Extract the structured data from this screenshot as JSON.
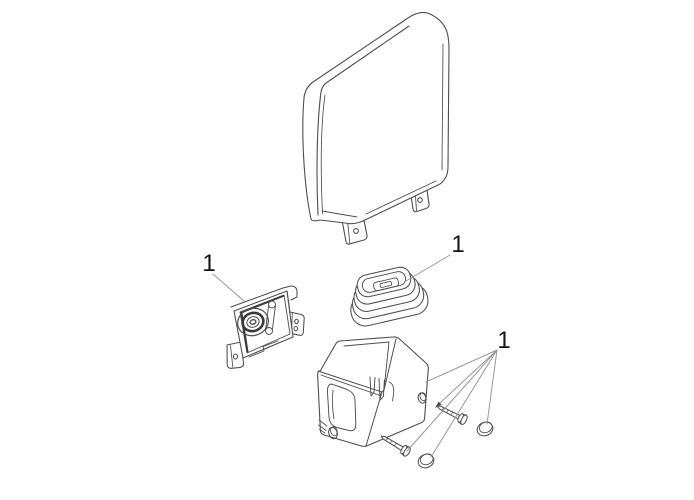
{
  "colors": {
    "background": "#ffffff",
    "line": "#4e4e4e",
    "line_dark": "#353535",
    "leader": "#999999",
    "label": "#151515"
  },
  "callouts": [
    {
      "part": "mount-bracket",
      "label": "1"
    },
    {
      "part": "grommet-seal",
      "label": "1"
    },
    {
      "part": "mounting-hardware",
      "label": "1"
    }
  ],
  "parts": {
    "cover_panel": "cover-panel",
    "mount_bracket": "mount-bracket",
    "grommet_seal": "grommet-seal",
    "housing_box": "housing-box",
    "screws": "screw",
    "caps": "cap-plug"
  }
}
